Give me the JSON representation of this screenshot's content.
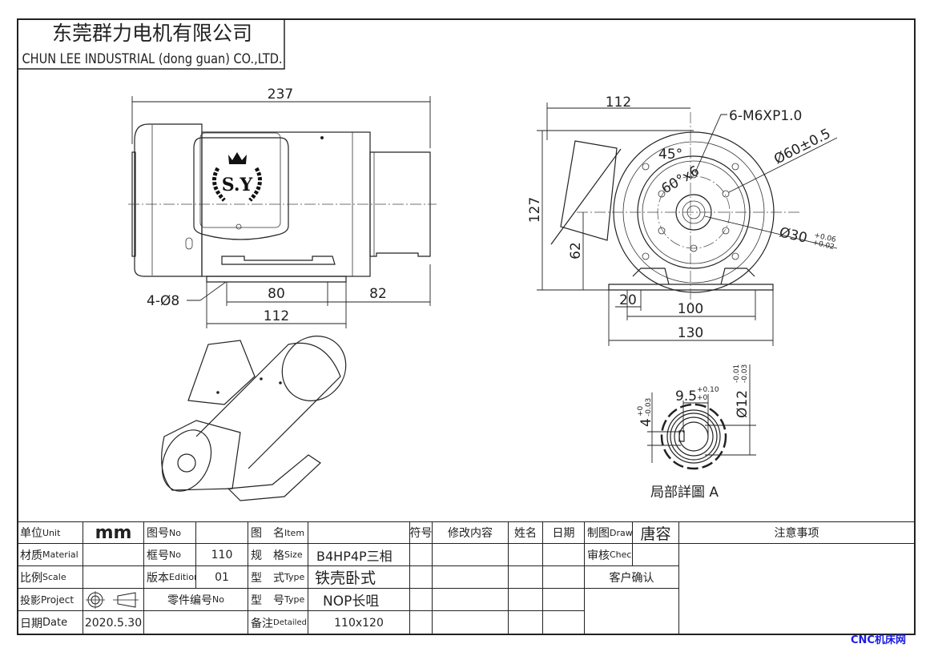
{
  "header": {
    "company_cn": "东莞群力电机有限公司",
    "company_en": "CHUN LEE INDUSTRIAL (dong guan) CO.,LTD."
  },
  "logo_text": "S.Y",
  "side_view": {
    "dim_overall": "237",
    "dim_feet_holes": "80",
    "dim_front": "82",
    "dim_feet_width": "112",
    "hole_label": "4-Ø8"
  },
  "front_view": {
    "dim_width": "112",
    "dim_height": "127",
    "dim_center_height": "62",
    "dim_edge": "20",
    "dim_holes": "100",
    "dim_base": "130",
    "thread_label": "6-M6XP1.0",
    "angle_45": "45°",
    "angle_60": "60°x6",
    "dia_60": "Ø60±0.5",
    "dia_30": "Ø30",
    "dia_30_tol_upper": "+0.06",
    "dia_30_tol_lower": "+0.02"
  },
  "detail_a": {
    "key_width": "9.5",
    "key_width_tol_upper": "+0.10",
    "key_width_tol_lower": "+0",
    "key_depth": "4",
    "key_depth_tol_upper": "+0",
    "key_depth_tol_lower": "-0.03",
    "shaft_dia": "Ø12",
    "shaft_dia_tol_upper": "-0.01",
    "shaft_dia_tol_lower": "-0.03",
    "caption": "局部詳圖 A"
  },
  "title_block": {
    "unit_label": "单位",
    "unit_label_en": "Unit",
    "unit_value": "mm",
    "material_label": "材质",
    "material_label_en": "Material",
    "material_value": "",
    "scale_label": "比例",
    "scale_label_en": "Scale",
    "scale_value": "",
    "project_label": "投影",
    "project_label_en": "Project",
    "date_label": "日期",
    "date_label_en": "Date",
    "date_value": "2020.5.30",
    "drawing_no_label": "图号",
    "drawing_no_label_en": "No",
    "frame_no_label": "框号",
    "frame_no_label_en": "No",
    "frame_no_value": "110",
    "edition_label": "版本",
    "edition_label_en": "Edition",
    "edition_value": "01",
    "part_no_label": "零件编号",
    "part_no_label_en": "No",
    "item_label": "图　名",
    "item_label_en": "Item",
    "item_value": "",
    "size_label": "规　格",
    "size_label_en": "Size",
    "size_value": "B4HP4P三相",
    "type_label": "型　式",
    "type_label_en": "Type",
    "type_value": "铁壳卧式",
    "model_label": "型　号",
    "model_label_en": "Type",
    "model_value": "NOP长咀",
    "remark_label": "备注",
    "remark_label_en": "Detailed",
    "remark_value": "110x120",
    "rev_symbol": "符号",
    "rev_content": "修改内容",
    "rev_name": "姓名",
    "rev_date": "日期",
    "draw_label": "制图",
    "draw_label_en": "Draw",
    "draw_value": "唐容",
    "check_label": "审核",
    "check_label_en": "Check",
    "customer_confirm": "客户确认",
    "notes": "注意事项"
  },
  "watermark": "CNC机床网"
}
